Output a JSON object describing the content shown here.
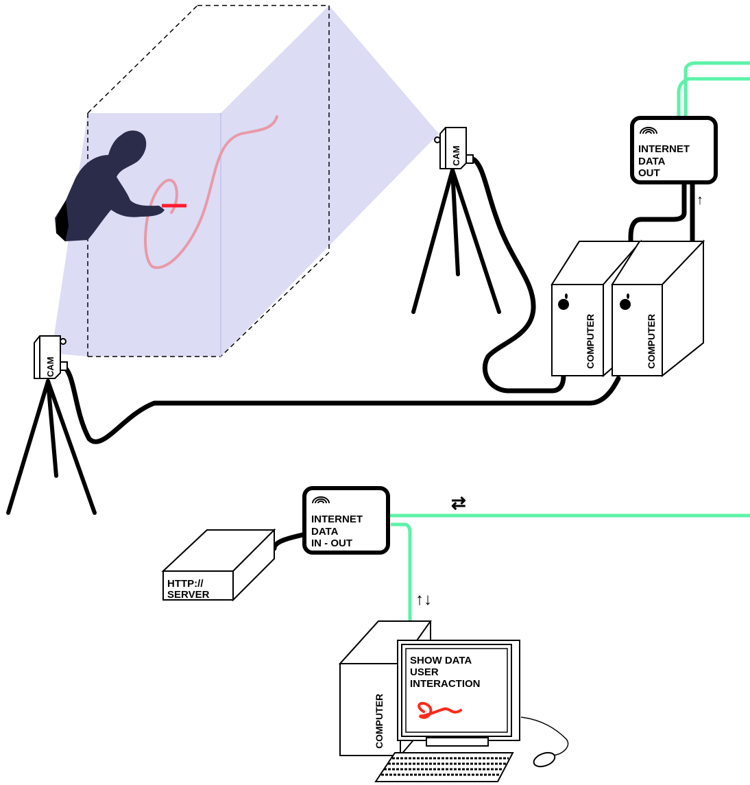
{
  "labels": {
    "cam_top": "CAM",
    "cam_left": "CAM",
    "computer_a": "COMPUTER",
    "computer_b": "COMPUTER",
    "computer_user": "COMPUTER",
    "internet_out": [
      "INTERNET",
      "DATA",
      "OUT"
    ],
    "internet_inout": [
      "INTERNET",
      "DATA",
      "IN - OUT"
    ],
    "server": [
      "HTTP://",
      "SERVER"
    ],
    "monitor": [
      "SHOW DATA",
      "USER",
      "INTERACTION"
    ],
    "arrow_up": "↑",
    "arrow_updown": "↑↓",
    "arrow_lr": "⇄"
  },
  "colors": {
    "projection": "#dcdcf5",
    "cable_net": "#5cf2a8",
    "cable": "#000000",
    "trail": "#e89aa8",
    "laser": "#ff1a2e",
    "silhouette": "#2b2b4a",
    "scribble": "#ff2a1a"
  },
  "icons": [
    "apple-logo-icon",
    "wifi-signal-icon",
    "mouse-icon",
    "keyboard-icon"
  ]
}
